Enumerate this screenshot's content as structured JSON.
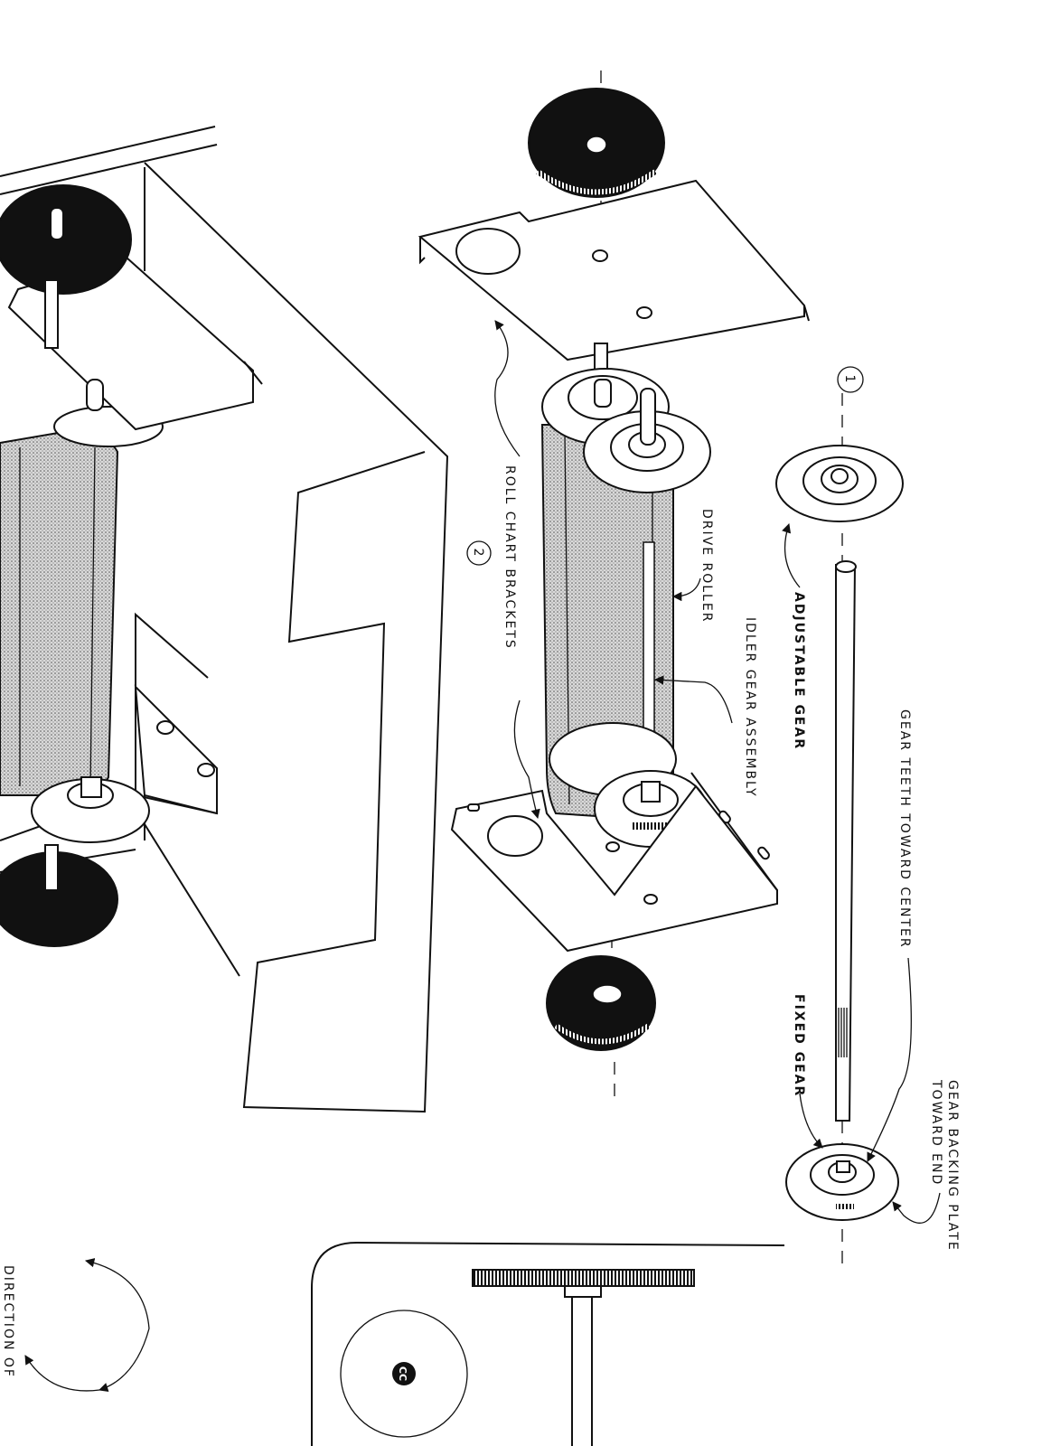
{
  "labels": {
    "roll_chart_brackets": "ROLL CHART BRACKETS",
    "drive_roller": "DRIVE ROLLER",
    "idler_gear_assembly": "IDLER GEAR ASSEMBLY",
    "adjustable_gear": "ADJUSTABLE GEAR",
    "gear_teeth_toward_center": "GEAR TEETH TOWARD CENTER",
    "fixed_gear": "FIXED GEAR",
    "gear_backing_plate_line1": "GEAR BACKING PLATE",
    "gear_backing_plate_line2": "TOWARD END",
    "direction_of": "DIRECTION OF"
  },
  "callouts": {
    "one": "1",
    "two": "2",
    "cc_symbol": "CC"
  },
  "colors": {
    "ink": "#111111",
    "paper": "#ffffff",
    "roller_fill": "#bfbfbf"
  }
}
